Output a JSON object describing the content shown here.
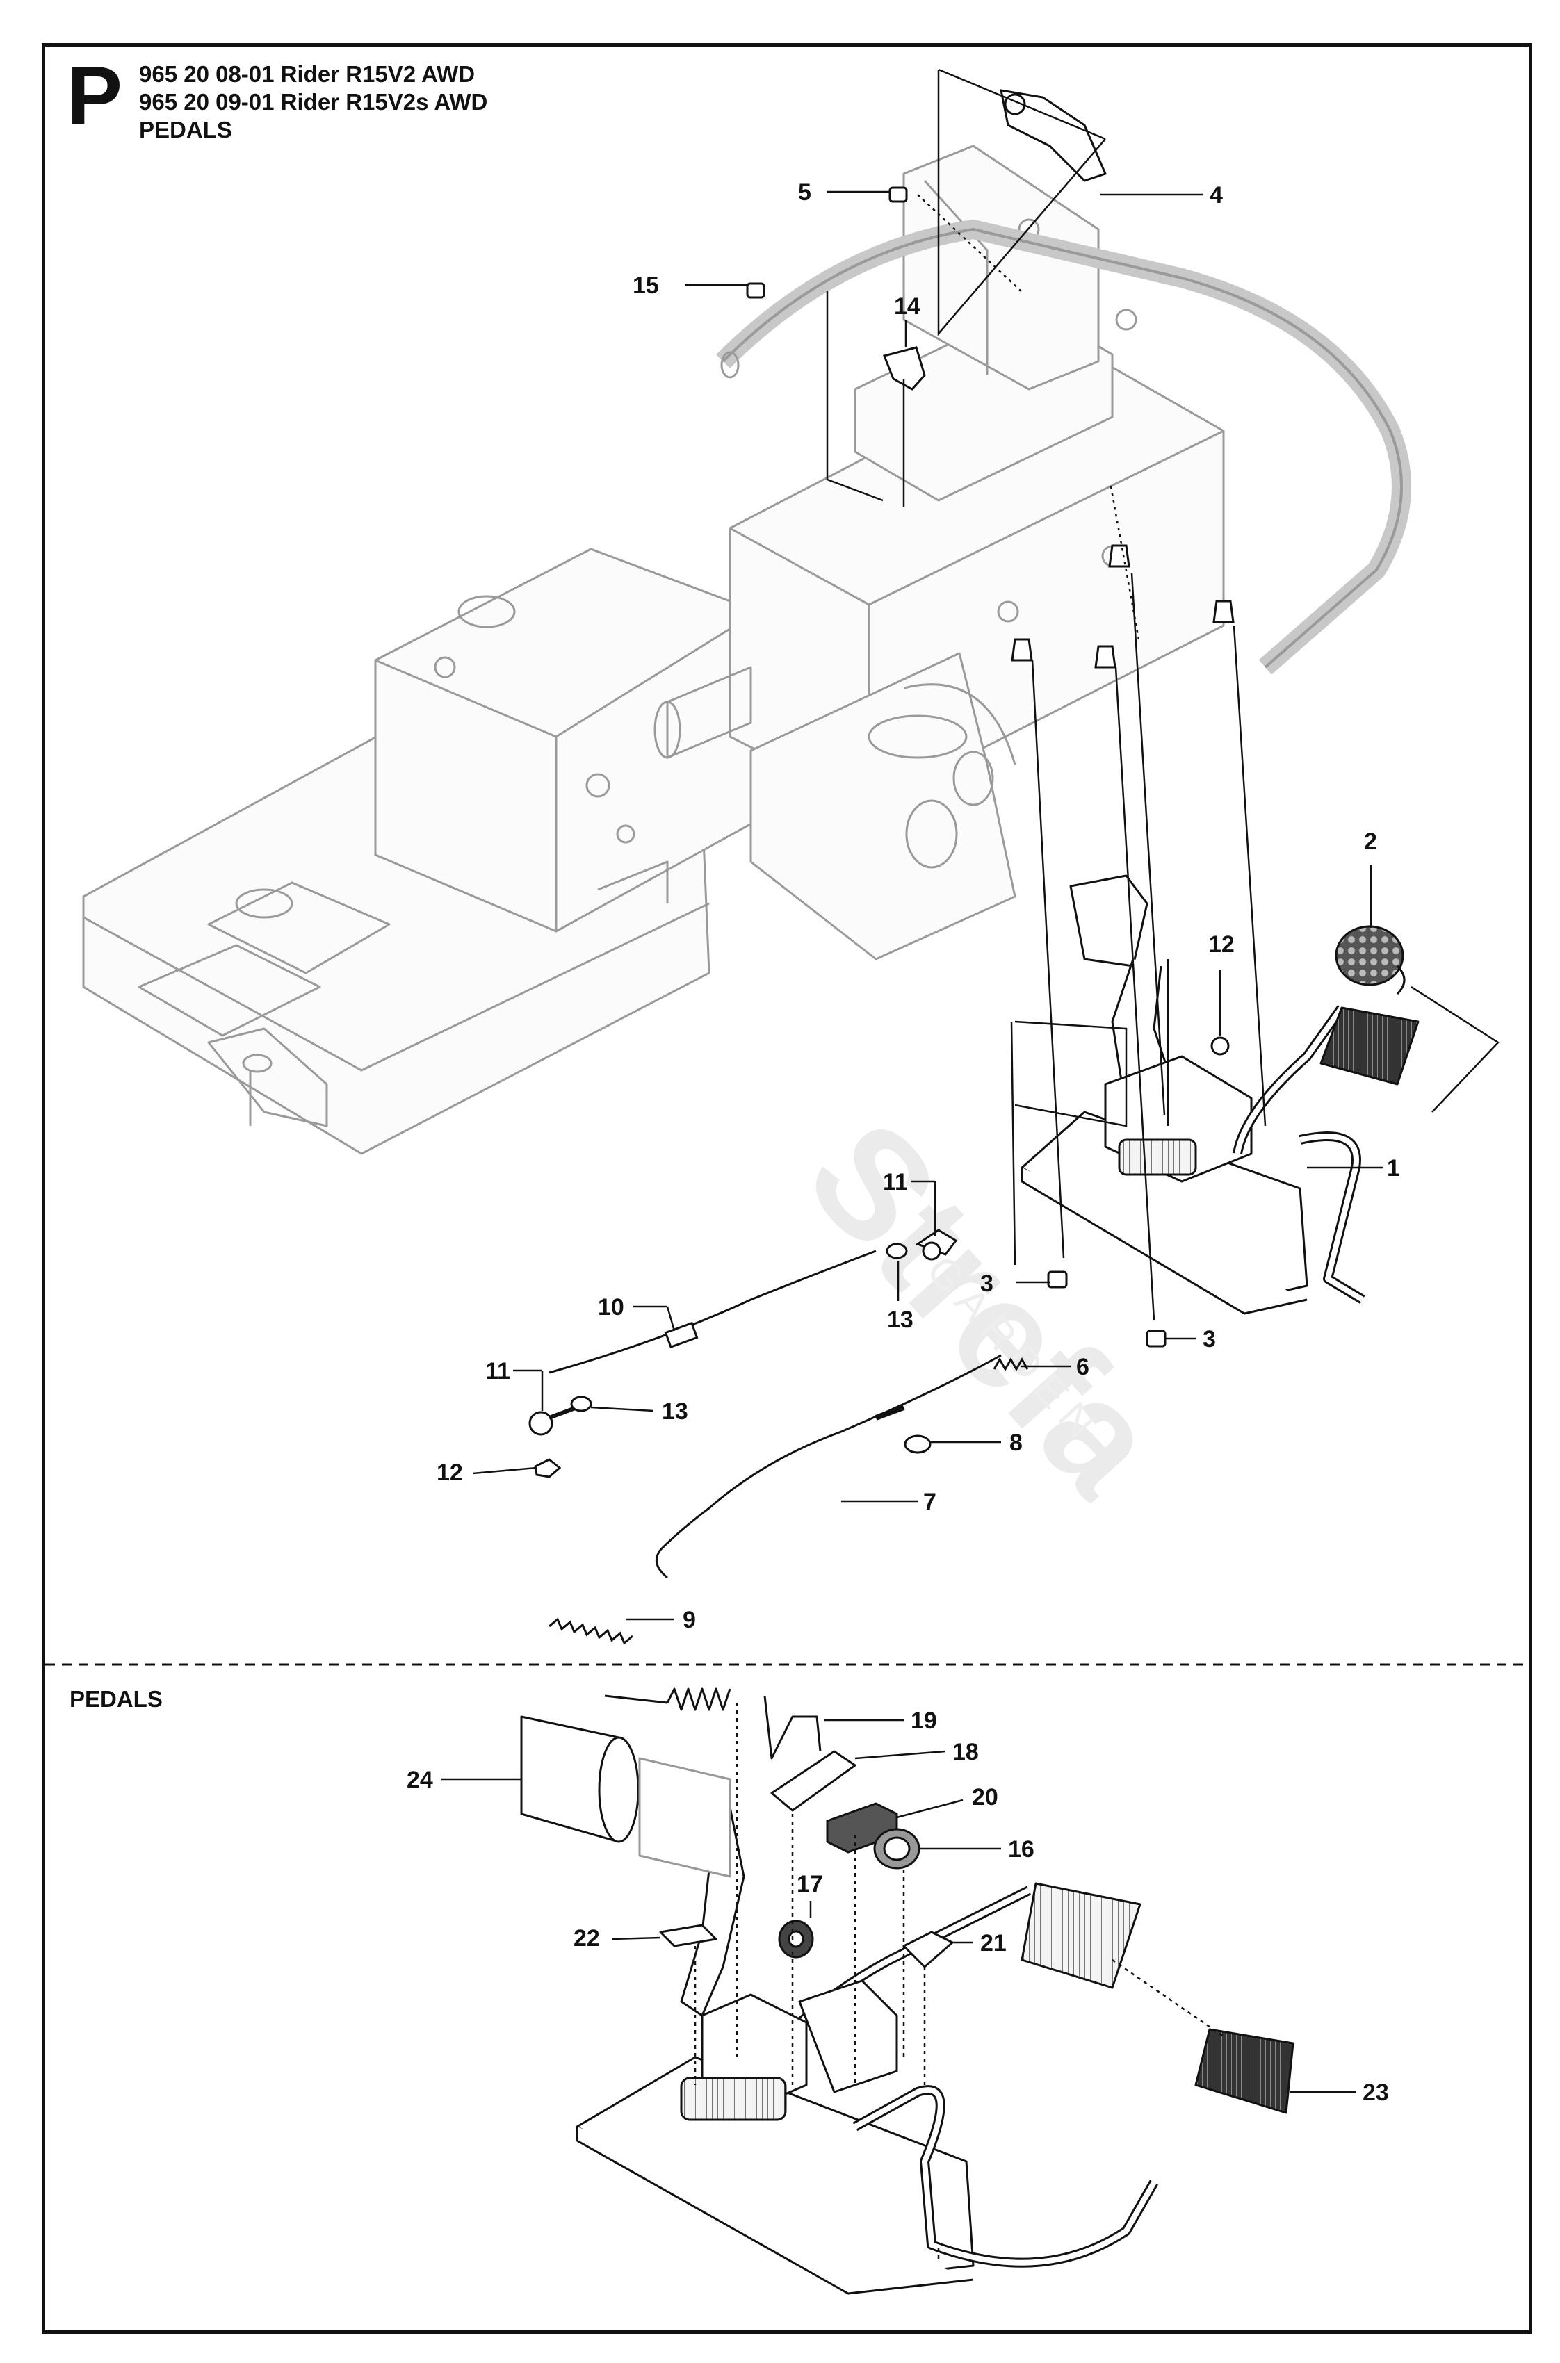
{
  "header": {
    "page_letter": "P",
    "model_lines": [
      "965 20 08-01 Rider R15V2 AWD",
      "965 20 09-01 Rider R15V2s AWD"
    ],
    "section_title": "PEDALS"
  },
  "lower_section_title": "PEDALS",
  "watermark": {
    "brand": "Strefa",
    "sub": "GARDEN"
  },
  "callouts": [
    "1",
    "2",
    "3",
    "3",
    "4",
    "5",
    "6",
    "7",
    "8",
    "9",
    "10",
    "11",
    "11",
    "12",
    "12",
    "13",
    "13",
    "14",
    "15",
    "16",
    "17",
    "18",
    "19",
    "20",
    "21",
    "22",
    "23",
    "24"
  ]
}
